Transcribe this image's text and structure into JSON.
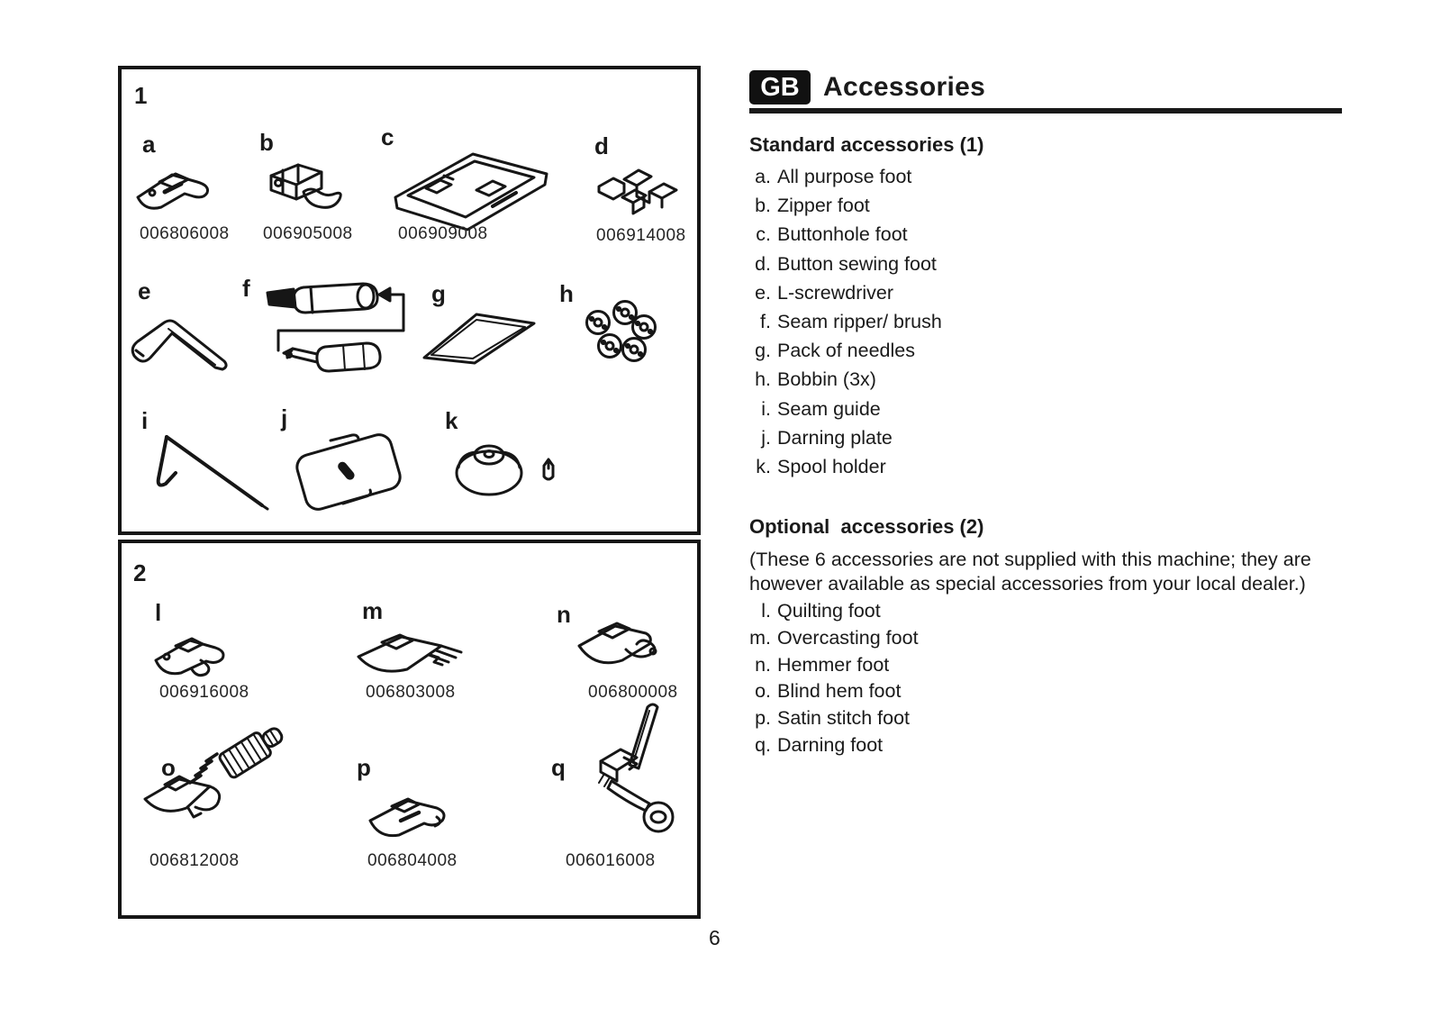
{
  "page": {
    "number": "6"
  },
  "header": {
    "lang_badge": "GB",
    "title": "Accessories"
  },
  "standard": {
    "heading": "Standard accessories (1)",
    "items": [
      {
        "key": "a.",
        "label": "All purpose foot"
      },
      {
        "key": "b.",
        "label": "Zipper foot"
      },
      {
        "key": "c.",
        "label": "Buttonhole foot"
      },
      {
        "key": "d.",
        "label": "Button sewing foot"
      },
      {
        "key": "e.",
        "label": "L-screwdriver"
      },
      {
        "key": "f.",
        "label": "Seam ripper/ brush"
      },
      {
        "key": "g.",
        "label": "Pack of needles"
      },
      {
        "key": "h.",
        "label": "Bobbin (3x)"
      },
      {
        "key": "i.",
        "label": "Seam guide"
      },
      {
        "key": "j.",
        "label": "Darning plate"
      },
      {
        "key": "k.",
        "label": "Spool holder"
      }
    ]
  },
  "optional": {
    "heading": "Optional  accessories (2)",
    "note_line1": "(These 6 accessories are not supplied with this machine; they are",
    "note_line2": "however available as special accessories from your local dealer.)",
    "items": [
      {
        "key": "l.",
        "label": "Quilting foot"
      },
      {
        "key": "m.",
        "label": "Overcasting foot"
      },
      {
        "key": "n.",
        "label": "Hemmer foot"
      },
      {
        "key": "o.",
        "label": "Blind hem foot"
      },
      {
        "key": "p.",
        "label": "Satin stitch foot"
      },
      {
        "key": "q.",
        "label": "Darning foot"
      }
    ]
  },
  "figure1": {
    "label": "1",
    "items": [
      {
        "letter": "a",
        "part_number": "006806008",
        "drawing": "all-purpose-foot"
      },
      {
        "letter": "b",
        "part_number": "006905008",
        "drawing": "zipper-foot"
      },
      {
        "letter": "c",
        "part_number": "006909008",
        "drawing": "buttonhole-foot"
      },
      {
        "letter": "d",
        "part_number": "006914008",
        "drawing": "button-sewing-foot"
      },
      {
        "letter": "e",
        "drawing": "l-screwdriver"
      },
      {
        "letter": "f",
        "drawing": "seam-ripper-brush"
      },
      {
        "letter": "g",
        "drawing": "needle-pack"
      },
      {
        "letter": "h",
        "drawing": "bobbins"
      },
      {
        "letter": "i",
        "drawing": "seam-guide"
      },
      {
        "letter": "j",
        "drawing": "darning-plate"
      },
      {
        "letter": "k",
        "drawing": "spool-holder"
      }
    ]
  },
  "figure2": {
    "label": "2",
    "items": [
      {
        "letter": "l",
        "part_number": "006916008",
        "drawing": "quilting-foot"
      },
      {
        "letter": "m",
        "part_number": "006803008",
        "drawing": "overcasting-foot"
      },
      {
        "letter": "n",
        "part_number": "006800008",
        "drawing": "hemmer-foot"
      },
      {
        "letter": "o",
        "part_number": "006812008",
        "drawing": "blind-hem-foot"
      },
      {
        "letter": "p",
        "part_number": "006804008",
        "drawing": "satin-stitch-foot"
      },
      {
        "letter": "q",
        "part_number": "006016008",
        "drawing": "darning-foot"
      }
    ]
  },
  "colors": {
    "ink": "#1a1a1a",
    "badge_bg": "#111111",
    "badge_fg": "#ffffff"
  }
}
